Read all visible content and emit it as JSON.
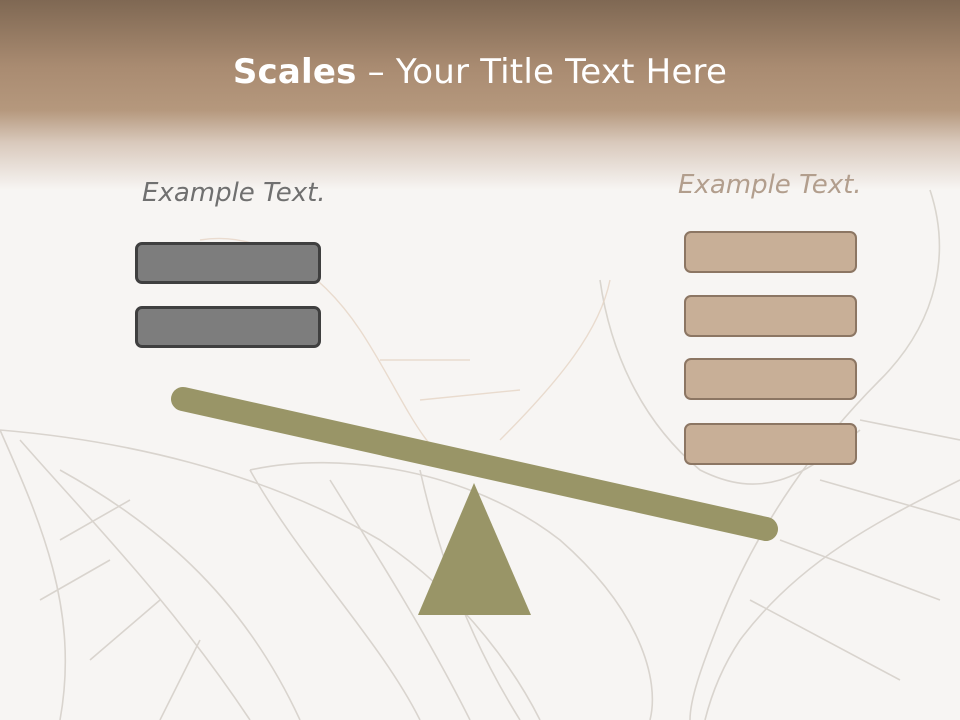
{
  "slide": {
    "title_bold": "Scales",
    "title_rest": " – Your Title Text Here"
  },
  "left_group": {
    "label": "Example Text.",
    "boxes": 2,
    "box_color": "#7d7d7d"
  },
  "right_group": {
    "label": "Example Text.",
    "boxes": 4,
    "box_color": "#c8af97"
  },
  "colors": {
    "header_top": "#7f6853",
    "header_mid": "#b5987d",
    "background": "#f7f5f3",
    "beam": "#999567",
    "fulcrum": "#999567",
    "left_label": "#707070",
    "right_label": "#b29e8d"
  },
  "background_art": "leaf-skeleton-icon"
}
